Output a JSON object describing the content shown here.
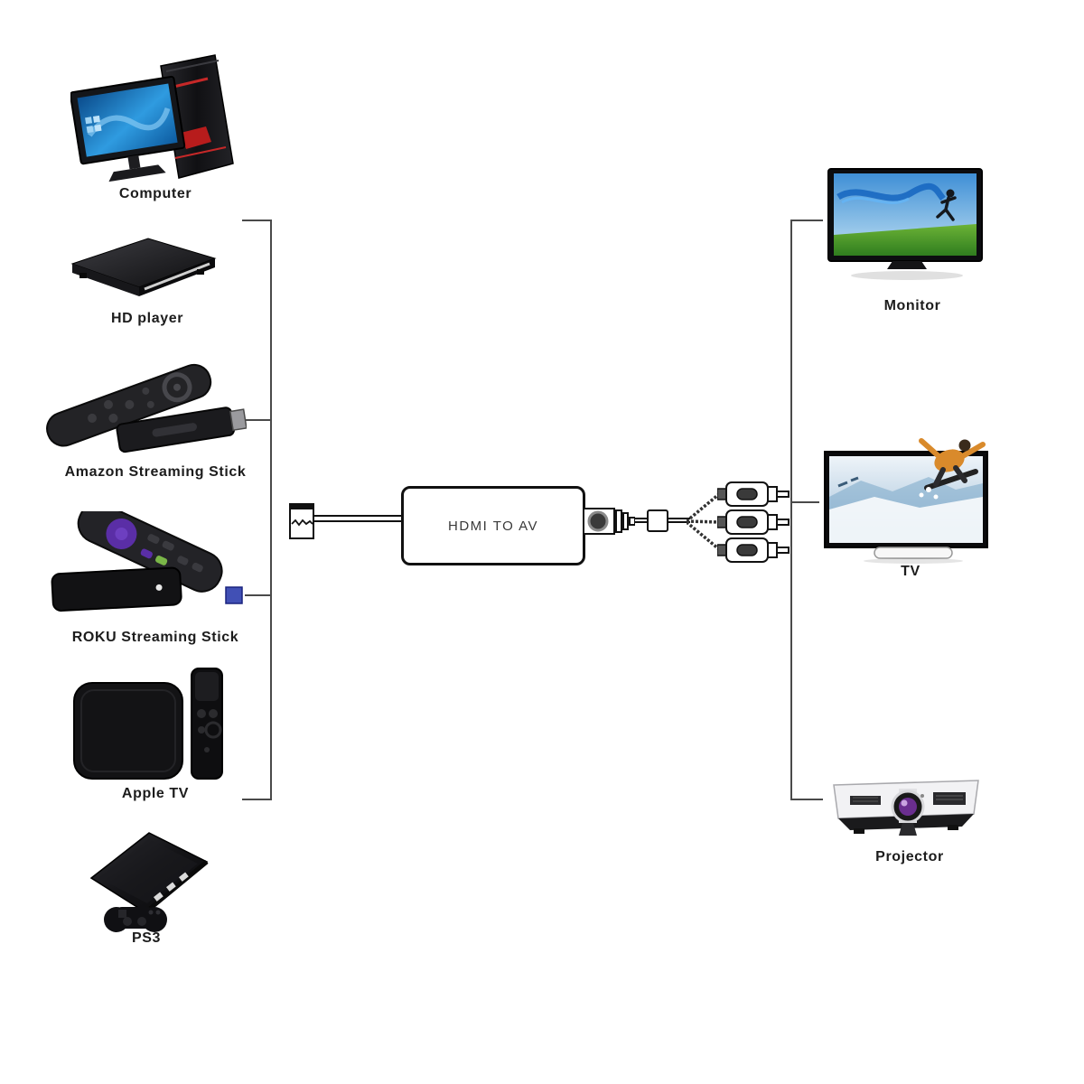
{
  "adapter": {
    "label": "HDMI TO AV"
  },
  "sources": [
    {
      "label": "Computer"
    },
    {
      "label": "HD player"
    },
    {
      "label": "Amazon Streaming Stick"
    },
    {
      "label": "ROKU Streaming Stick"
    },
    {
      "label": "Apple TV"
    },
    {
      "label": "PS3"
    }
  ],
  "outputs": [
    {
      "label": "Monitor"
    },
    {
      "label": "TV"
    },
    {
      "label": "Projector"
    }
  ],
  "colors": {
    "bracket_line": "#4a4a4a",
    "diagram_stroke": "#111111",
    "label_text": "#1c1c1c",
    "roku_accent": "#5a2ea6",
    "computer_accent": "#c62828",
    "snowboarder_jacket": "#d98a2b"
  }
}
